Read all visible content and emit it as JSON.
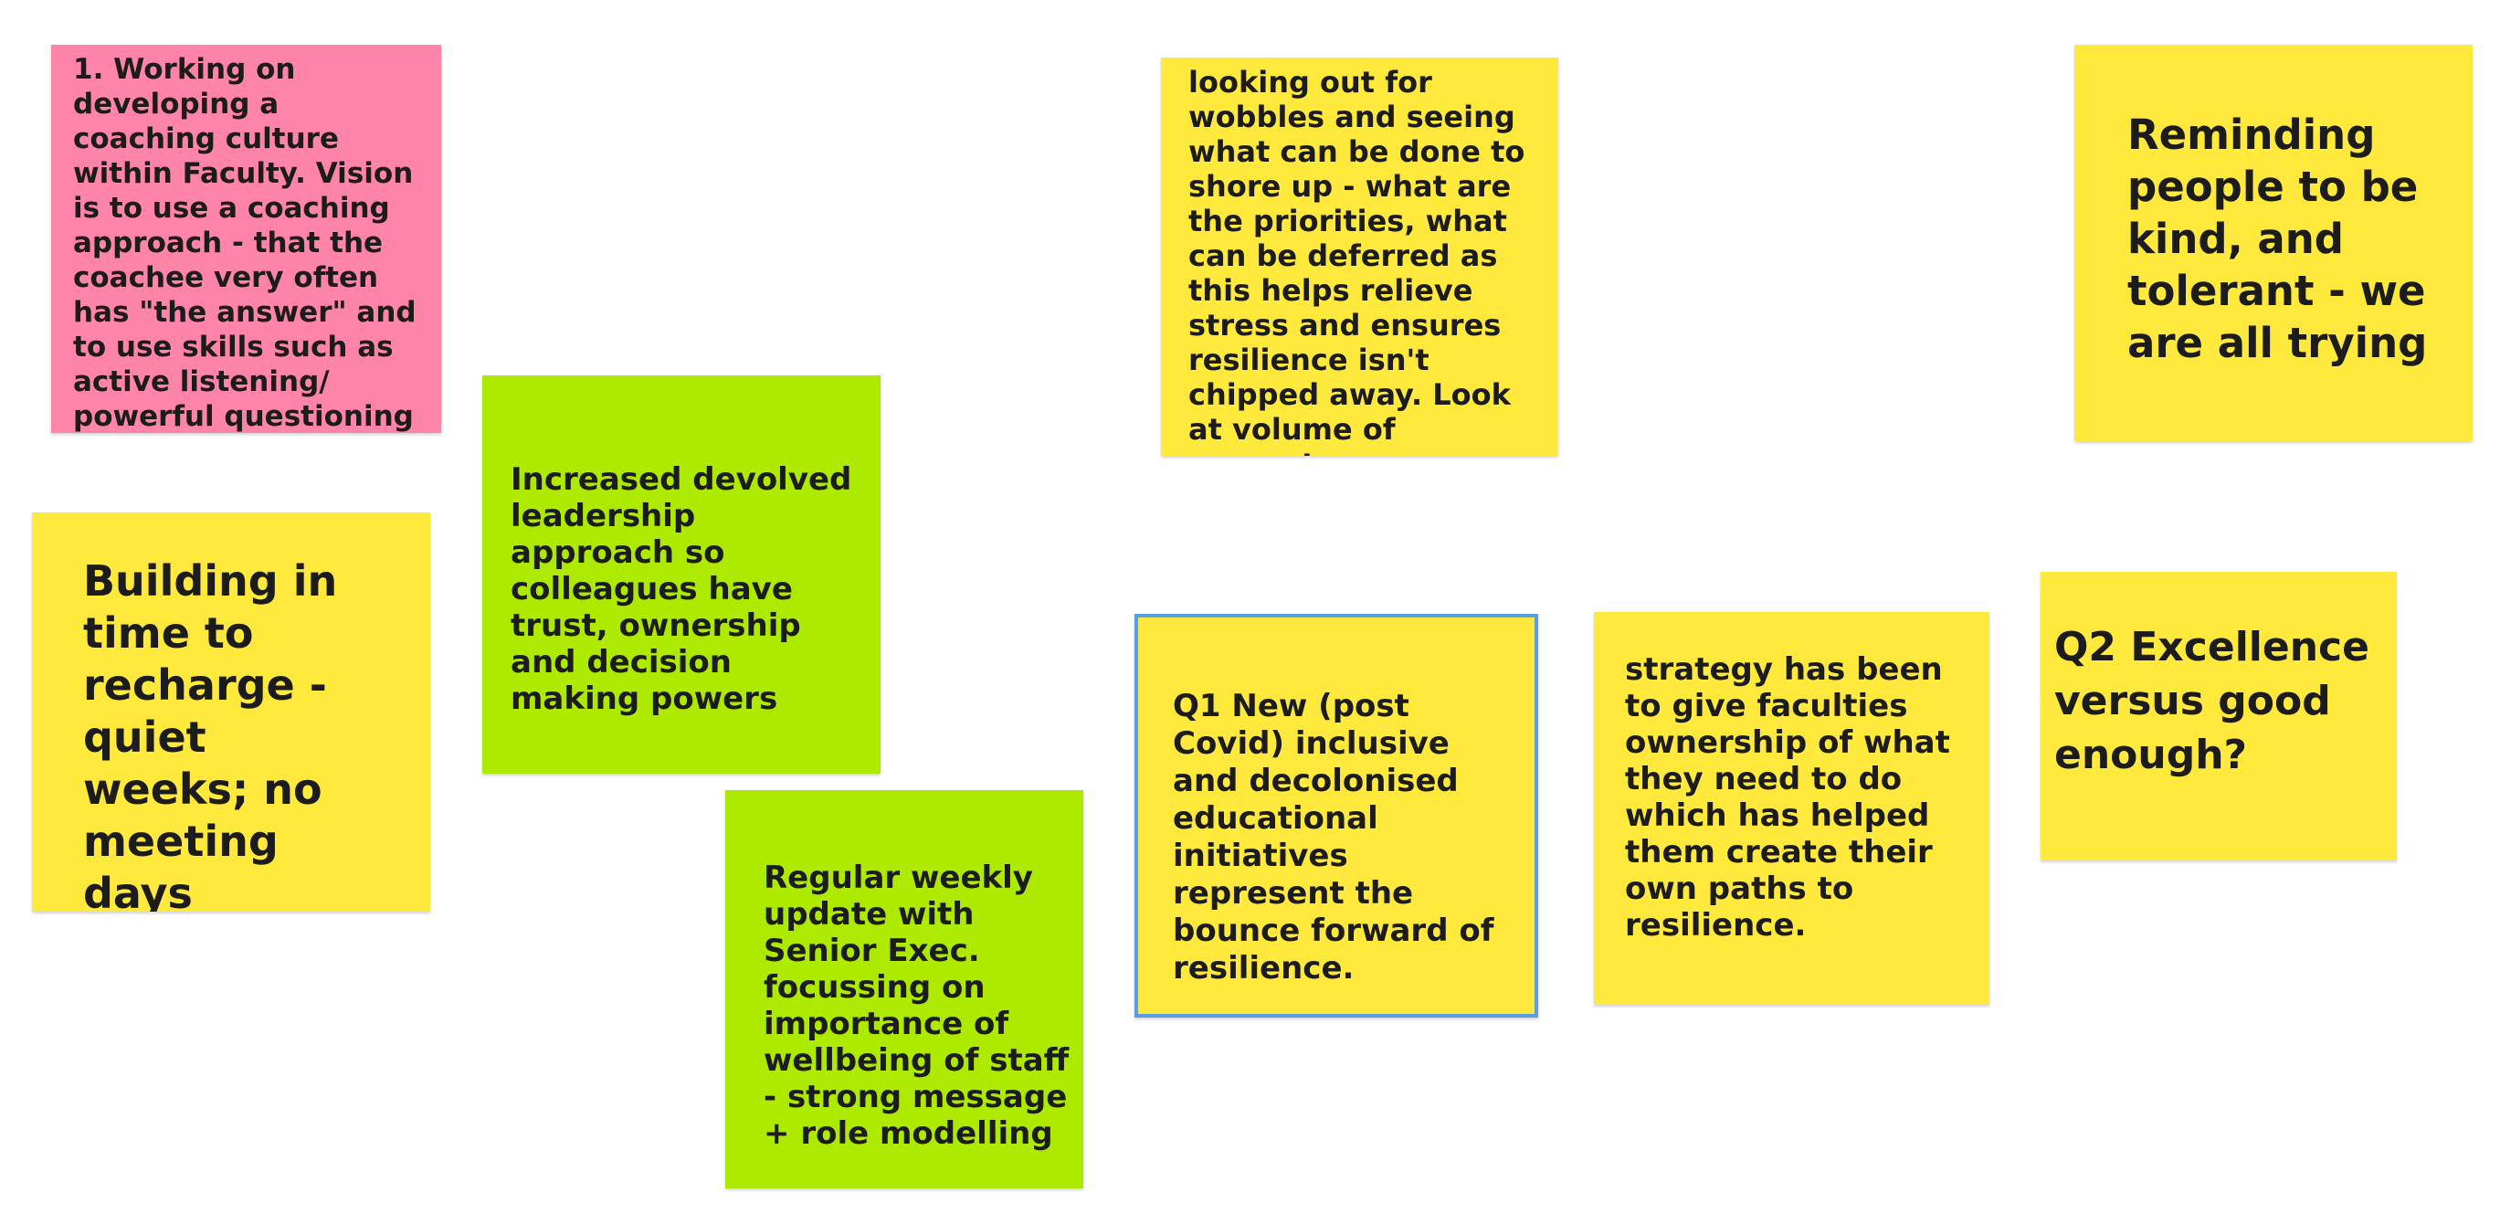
{
  "board": {
    "notes": [
      {
        "id": "n1",
        "color": "pink",
        "text": "1. Working on developing a coaching culture within Faculty. Vision is to use a coaching approach - that the coachee very often has \"the answer\" and to use skills such as active listening/ powerful questioning to"
      },
      {
        "id": "n2",
        "color": "yellow",
        "text": "Building in time to recharge - quiet weeks; no meeting days"
      },
      {
        "id": "n3",
        "color": "green",
        "text": "Increased devolved leadership approach so colleagues have trust, ownership and decision making powers"
      },
      {
        "id": "n4",
        "color": "green",
        "text": "Regular weekly update with Senior Exec. focussing on importance of wellbeing of staff - strong message + role modelling"
      },
      {
        "id": "n5",
        "color": "yellow",
        "text": "looking out for wobbles and seeing what can be done to shore up - what are the priorities, what can be deferred as this helps relieve stress and ensures resilience isn't chipped away. Look at volume of requests"
      },
      {
        "id": "n6",
        "color": "yellow",
        "text": "Q1 New (post Covid) inclusive and decolonised educational initiatives represent the bounce forward of resilience."
      },
      {
        "id": "n7",
        "color": "yellow",
        "text": "strategy has been to give faculties ownership of what they need to do which has helped them create their own paths to resilience."
      },
      {
        "id": "n8",
        "color": "yellow",
        "text": "Reminding people to be kind, and tolerant - we are all trying"
      },
      {
        "id": "n9",
        "color": "yellow",
        "text": "Q2 Excellence versus good enough?"
      }
    ]
  },
  "colors": {
    "pink": "#ff85a8",
    "yellow": "#ffe93d",
    "green": "#aee900",
    "selection": "#5b9ee8"
  }
}
